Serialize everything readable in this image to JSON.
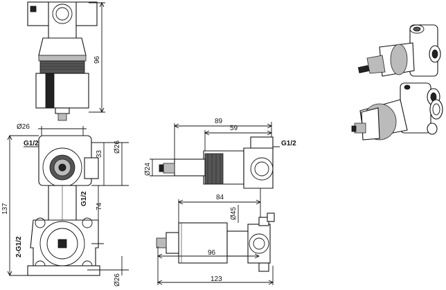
{
  "dimensions": {
    "top_height": "96",
    "front_dia_top": "Ø26",
    "front_thread_top": "G1/2",
    "front_spacing_33": "33",
    "front_dia_right": "Ø26",
    "front_total_137": "137",
    "front_thread_mid": "G1/2",
    "front_spacing_74": "74",
    "front_thread_bottom": "2-G1/2",
    "front_dia_bottom": "Ø26",
    "side_top_89": "89",
    "side_top_59": "59",
    "side_thread": "G1/2",
    "side_dia_24": "Ø24",
    "side_84": "84",
    "side_dia_45": "Ø45",
    "side_96": "96",
    "side_123": "123"
  }
}
